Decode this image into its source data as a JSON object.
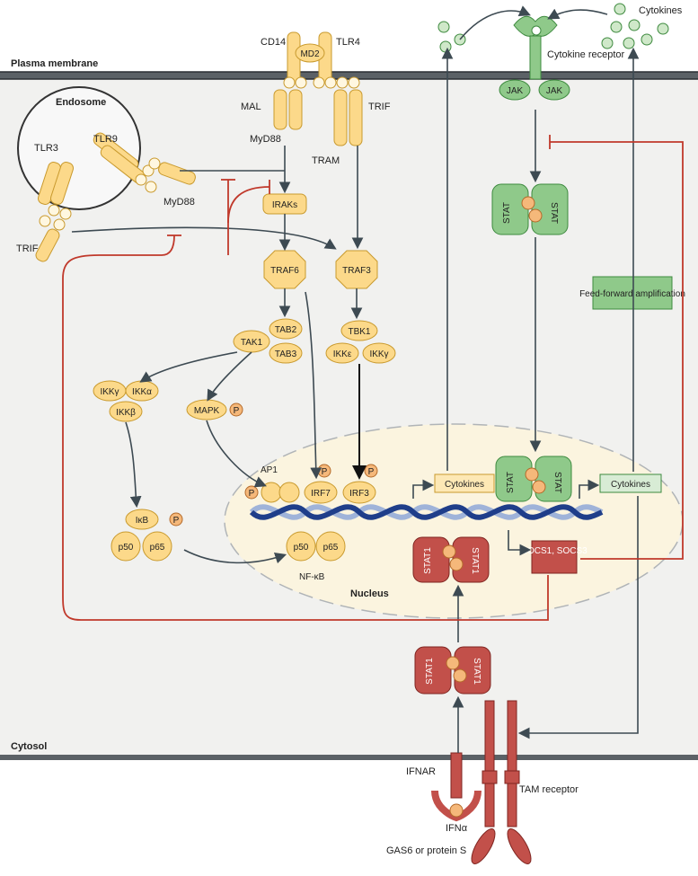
{
  "regions": {
    "plasma_membrane": "Plasma membrane",
    "cytosol": "Cytosol",
    "endosome": "Endosome",
    "nucleus": "Nucleus"
  },
  "receptors": {
    "cd14": "CD14",
    "md2": "MD2",
    "tlr4": "TLR4",
    "tlr3": "TLR3",
    "tlr9": "TLR9",
    "cytokine_receptor": "Cytokine receptor",
    "ifnar": "IFNAR",
    "tam_receptor": "TAM receptor"
  },
  "adaptors": {
    "mal": "MAL",
    "myd88_top": "MyD88",
    "trif_top": "TRIF",
    "tram": "TRAM",
    "myd88_endo": "MyD88",
    "trif_endo": "TRIF"
  },
  "kinases": {
    "jak_left": "JAK",
    "jak_right": "JAK",
    "iraks": "IRAKs",
    "traf6": "TRAF6",
    "traf3": "TRAF3",
    "tab2": "TAB2",
    "tak1": "TAK1",
    "tab3": "TAB3",
    "tbk1": "TBK1",
    "ikk_epsilon": "IKKε",
    "ikk_gamma_r": "IKKγ",
    "ikk_gamma": "IKKγ",
    "ikk_alpha": "IKKα",
    "ikk_beta": "IKKβ",
    "mapk": "MAPK",
    "ikb": "IκB",
    "p50": "p50",
    "p65": "p65"
  },
  "nuclear": {
    "ap1": "AP1",
    "irf7": "IRF7",
    "irf3": "IRF3",
    "p50": "p50",
    "p65": "p65",
    "nfkb": "NF-κB",
    "cytokines_left": "Cytokines",
    "cytokines_right": "Cytokines",
    "socs": "SOCS1, SOCS3"
  },
  "stat": {
    "stat": "STAT",
    "stat1": "STAT1",
    "p": "P"
  },
  "labels": {
    "cytokines_top": "Cytokines",
    "feed_forward": "Feed-forward amplification",
    "ifn_alpha": "IFNα",
    "gas6": "GAS6 or protein S"
  },
  "colors": {
    "membrane": "#3a3f44",
    "cytosol_bg": "#f2f2f0",
    "nucleus_bg": "#fdf6e3",
    "yellow_fill": "#fcd98a",
    "yellow_stroke": "#c99a2e",
    "green_fill": "#8fc98a",
    "green_stroke": "#3e8a3f",
    "red_fill": "#c2504a",
    "red_stroke": "#7f2520",
    "inhibit_red": "#c0392b",
    "arrow_gray": "#3d4a52",
    "dna_dark": "#1f3e8a",
    "dna_light": "#9fb3d9"
  }
}
